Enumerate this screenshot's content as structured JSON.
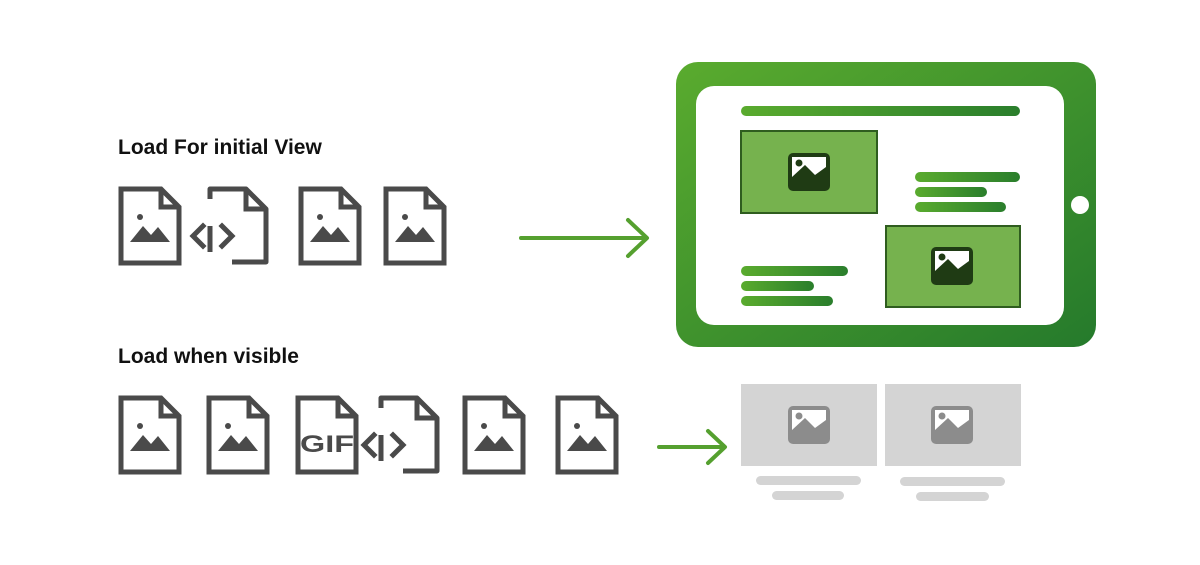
{
  "sections": {
    "initial": {
      "title": "Load For initial View",
      "files": [
        {
          "type": "image",
          "icon": "image-file-icon"
        },
        {
          "type": "code",
          "icon": "code-file-icon"
        },
        {
          "type": "image",
          "icon": "image-file-icon"
        },
        {
          "type": "image",
          "icon": "image-file-icon"
        }
      ]
    },
    "visible": {
      "title": "Load when visible",
      "files": [
        {
          "type": "image",
          "icon": "image-file-icon"
        },
        {
          "type": "image",
          "icon": "image-file-icon"
        },
        {
          "type": "gif",
          "icon": "gif-file-icon",
          "label": "GIF"
        },
        {
          "type": "code",
          "icon": "code-file-icon"
        },
        {
          "type": "image",
          "icon": "image-file-icon"
        },
        {
          "type": "image",
          "icon": "image-file-icon"
        }
      ]
    }
  },
  "colors": {
    "icon": "#4a4a4a",
    "arrow": "#55a02f",
    "tablet_gradient": [
      "#5aab2e",
      "#257a2c"
    ],
    "bar_gradient": [
      "#5aab2e",
      "#257a2c"
    ],
    "image_box": "#76b24e",
    "placeholder": "#d4d4d4",
    "placeholder_icon": "#8c8c8c"
  }
}
